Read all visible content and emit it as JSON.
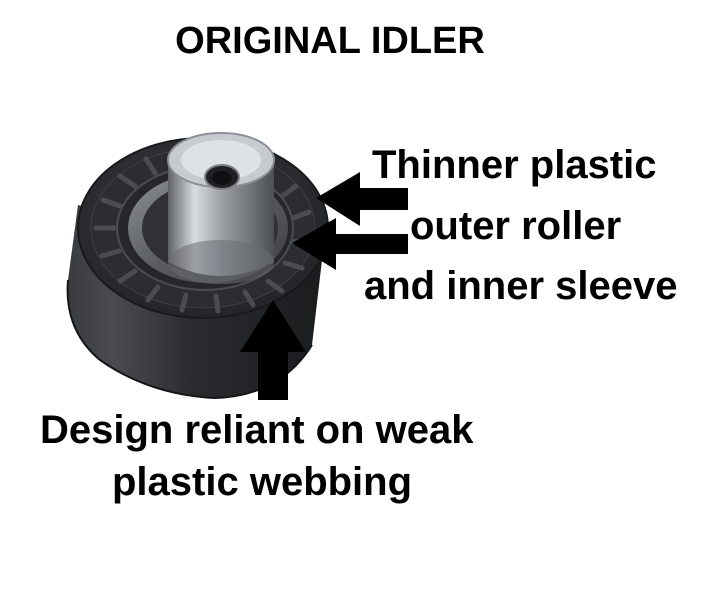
{
  "title": "ORIGINAL IDLER",
  "callouts": {
    "line1": "Thinner plastic",
    "line2": "outer roller",
    "line3": "and inner sleeve",
    "line4": "Design reliant on weak",
    "line5": "plastic webbing"
  },
  "colors": {
    "background": "#ffffff",
    "text": "#000000",
    "plastic": "#2b2c2f",
    "steel": "#b9bcc0",
    "arrow": "#000000"
  }
}
